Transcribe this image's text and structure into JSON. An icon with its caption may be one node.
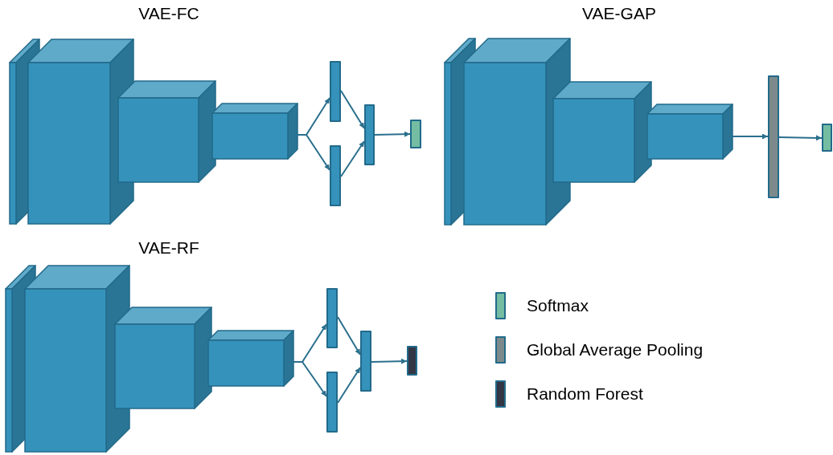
{
  "diagram": {
    "nodes": [
      {
        "text": [],
        "shape": "box"
      },
      {
        "text": [],
        "shape": "box"
      },
      {
        "text": [],
        "shape": "box"
      },
      {
        "text": [],
        "shape": "box"
      },
      {
        "text": [],
        "shape": "bar"
      },
      {
        "text": [],
        "shape": "bar"
      },
      {
        "text": [],
        "shape": "bar"
      },
      {
        "text": [],
        "shape": "bar"
      },
      {
        "text": [],
        "shape": "box"
      },
      {
        "text": [],
        "shape": "box"
      },
      {
        "text": [],
        "shape": "box"
      },
      {
        "text": [],
        "shape": "box"
      },
      {
        "text": [],
        "shape": "bar"
      },
      {
        "text": [],
        "shape": "bar"
      },
      {
        "text": [],
        "shape": "box"
      },
      {
        "text": [],
        "shape": "box"
      },
      {
        "text": [],
        "shape": "box"
      },
      {
        "text": [],
        "shape": "box"
      },
      {
        "text": [],
        "shape": "bar"
      },
      {
        "text": [],
        "shape": "bar"
      },
      {
        "text": [],
        "shape": "bar"
      },
      {
        "text": [],
        "shape": "bar"
      }
    ],
    "edges": [
      {
        "from": 3,
        "to": 4,
        "arrow": "to"
      },
      {
        "from": 3,
        "to": 5,
        "arrow": "to"
      },
      {
        "from": 4,
        "to": 6,
        "arrow": "to"
      },
      {
        "from": 5,
        "to": 6,
        "arrow": "to"
      },
      {
        "from": 6,
        "to": 7,
        "arrow": "to"
      },
      {
        "from": 11,
        "to": 12,
        "arrow": "to"
      },
      {
        "from": 12,
        "to": 13,
        "arrow": "to"
      },
      {
        "from": 17,
        "to": 18,
        "arrow": "to"
      },
      {
        "from": 17,
        "to": 19,
        "arrow": "to"
      },
      {
        "from": 18,
        "to": 20,
        "arrow": "to"
      },
      {
        "from": 19,
        "to": 20,
        "arrow": "to"
      },
      {
        "from": 20,
        "to": 21,
        "arrow": "to"
      }
    ],
    "labels": [
      "VAE-FC",
      "VAE-GAP",
      "VAE-RF"
    ],
    "legend": [
      {
        "text": "Softmax",
        "color": "#74bda2"
      },
      {
        "text": "Global Average Pooling",
        "color": "#7d8a8b"
      },
      {
        "text": "Random Forest",
        "color": "#333645"
      }
    ]
  }
}
